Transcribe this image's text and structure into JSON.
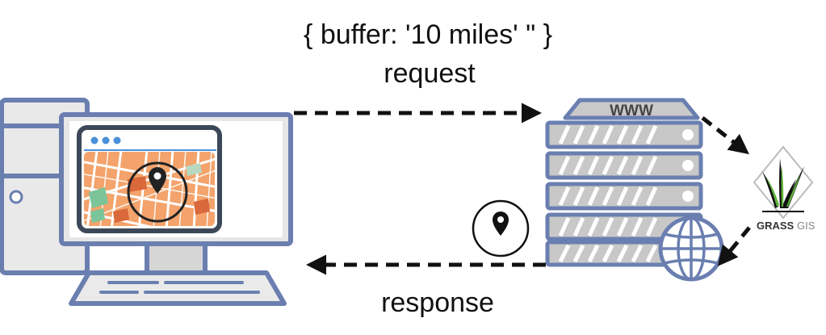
{
  "request": {
    "payload": "{ buffer: '10 miles' \" }",
    "label": "request"
  },
  "response": {
    "label": "response"
  },
  "server": {
    "badge": "WWW"
  },
  "grass_logo": {
    "text_bold": "GRASS",
    "text_light": "GIS"
  },
  "colors": {
    "outline": "#6a7fb0",
    "monitor_fill": "#e8e8e8",
    "server_fill": "#c8c8c8",
    "map_orange": "#f0a070",
    "arrow": "#111111"
  },
  "icons": [
    "computer-icon",
    "map-pin-icon",
    "server-icon",
    "globe-icon",
    "grass-gis-logo"
  ]
}
